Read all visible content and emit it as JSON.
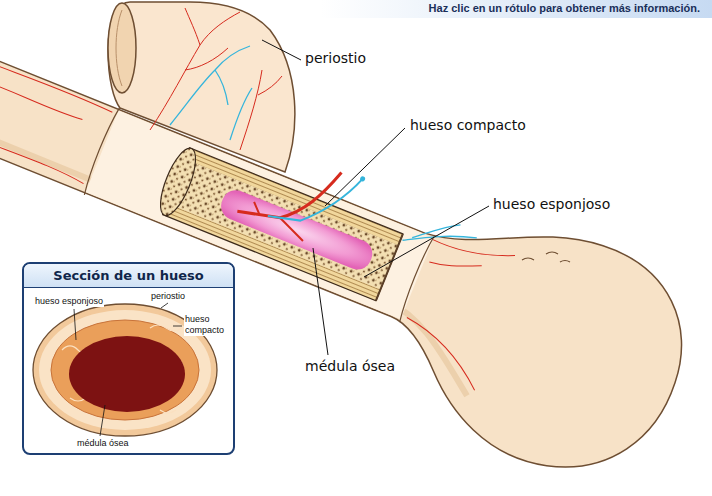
{
  "diagram": {
    "nodes": [
      {
        "text": [
          "Sección de un hueso"
        ]
      }
    ],
    "labels": [
      "Haz clic en un rótulo para obtener más información.",
      "periostio",
      "hueso compacto",
      "hueso esponjoso",
      "médula ósea",
      "hueso esponjoso",
      "periostio",
      "hueso compacto",
      "médula ósea"
    ]
  }
}
